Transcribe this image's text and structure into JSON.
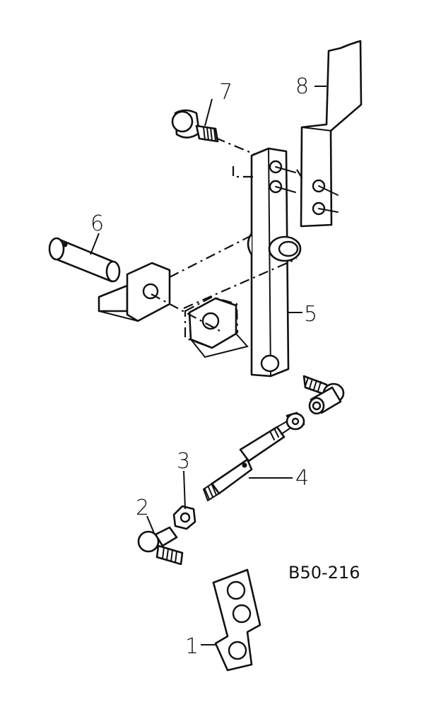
{
  "callouts": {
    "c1": "1",
    "c2": "2",
    "c3": "3",
    "c4": "4",
    "c5": "5",
    "c6": "6",
    "c7": "7",
    "c8": "8"
  },
  "reference_code": "B50-216"
}
